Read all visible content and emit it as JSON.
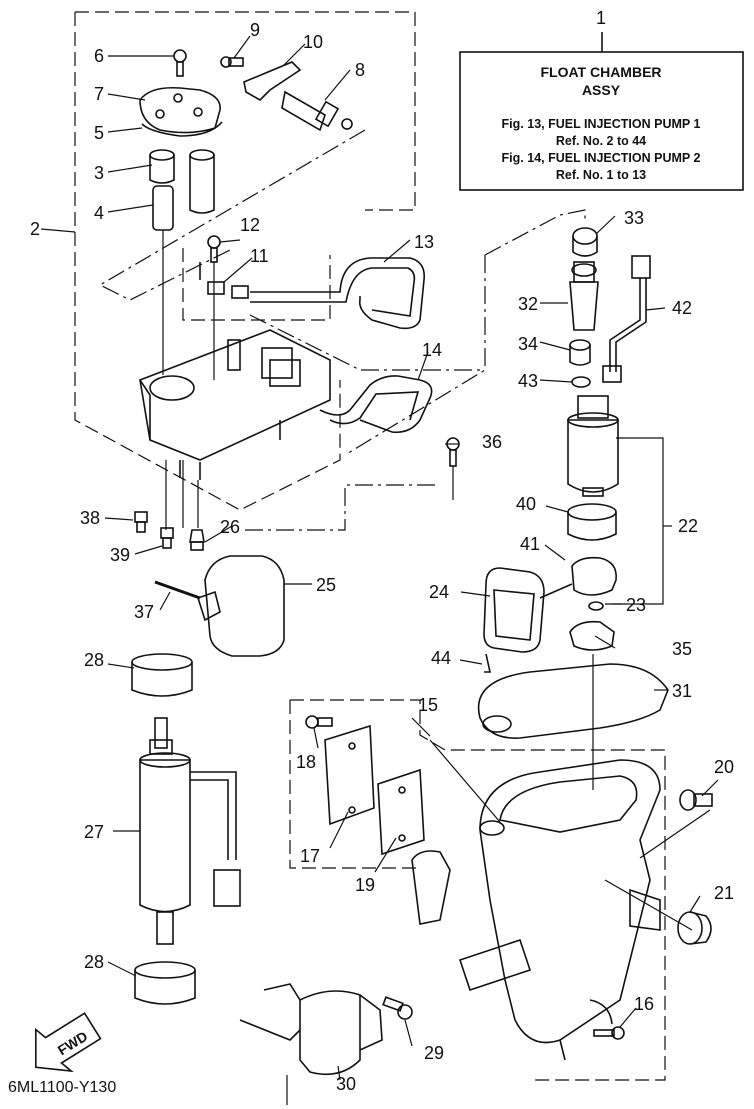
{
  "callout": {
    "number": "1",
    "title_line1": "FLOAT CHAMBER",
    "title_line2": "ASSY",
    "ref_line1": "Fig. 13, FUEL INJECTION PUMP 1",
    "ref_line2": "Ref. No. 2 to 44",
    "ref_line3": "Fig. 14, FUEL INJECTION PUMP 2",
    "ref_line4": "Ref. No. 1 to 13"
  },
  "parts": {
    "p2": "2",
    "p3": "3",
    "p4": "4",
    "p5": "5",
    "p6": "6",
    "p7": "7",
    "p8": "8",
    "p9": "9",
    "p10": "10",
    "p11": "11",
    "p12": "12",
    "p13": "13",
    "p14": "14",
    "p15": "15",
    "p16": "16",
    "p17": "17",
    "p18": "18",
    "p19": "19",
    "p20": "20",
    "p21": "21",
    "p22": "22",
    "p23": "23",
    "p24": "24",
    "p25": "25",
    "p26": "26",
    "p27": "27",
    "p28a": "28",
    "p28b": "28",
    "p29": "29",
    "p30": "30",
    "p31": "31",
    "p32": "32",
    "p33": "33",
    "p34": "34",
    "p35": "35",
    "p36": "36",
    "p37": "37",
    "p38": "38",
    "p39": "39",
    "p40": "40",
    "p41": "41",
    "p42": "42",
    "p43": "43",
    "p44": "44"
  },
  "fwd_label": "FWD",
  "drawing_code": "6ML1100-Y130"
}
